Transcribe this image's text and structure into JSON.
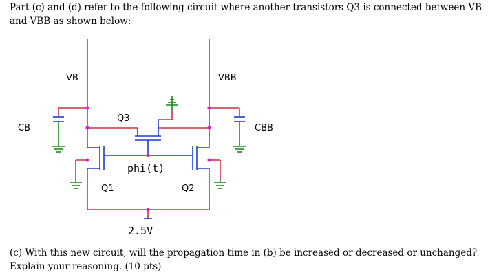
{
  "text": {
    "intro": "Part (c) and (d) refer to the following circuit where another transistors Q3 is connected between VB and VBB as shown below:",
    "question": "(c) With this new circuit, will the propagation time in (b) be increased or decreased or unchanged? Explain your reasoning. (10 pts)"
  },
  "circuit": {
    "labels": {
      "vb": "VB",
      "vbb": "VBB",
      "cb": "CB",
      "cbb": "CBB",
      "q1": "Q1",
      "q2": "Q2",
      "q3": "Q3",
      "phi": "phi(t)",
      "vsrc": "2.5V"
    },
    "colors": {
      "wire": "#cc3344",
      "device": "#1a3fd6",
      "node": "#e020c0",
      "ground": "#1a8a1a"
    }
  }
}
